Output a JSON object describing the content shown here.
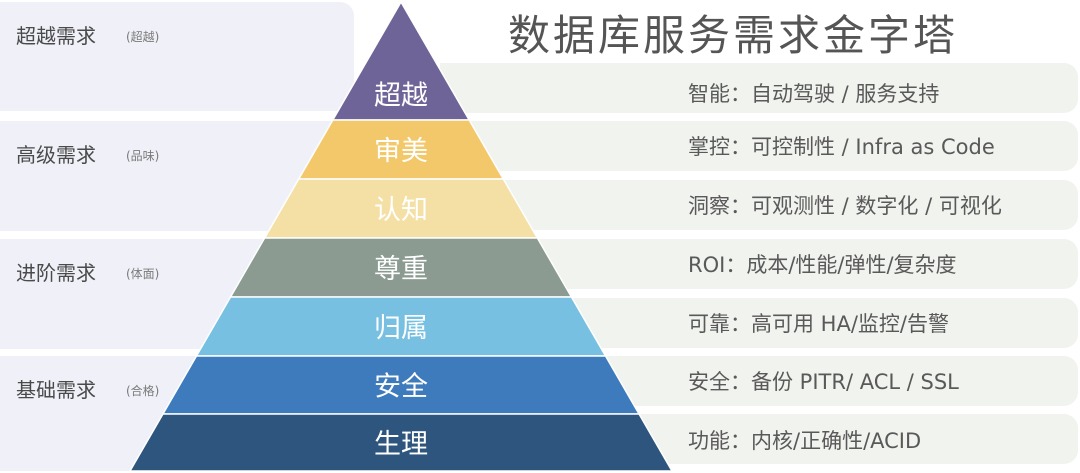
{
  "title": "数据库服务需求金字塔",
  "groups": [
    {
      "title": "超越需求",
      "sub": "(超越)"
    },
    {
      "title": "高级需求",
      "sub": "(品味)"
    },
    {
      "title": "进阶需求",
      "sub": "(体面)"
    },
    {
      "title": "基础需求",
      "sub": "(合格)"
    }
  ],
  "layers": [
    {
      "label": "超越",
      "color": "#6f6497",
      "desc": "智能：自动驾驶 / 服务支持"
    },
    {
      "label": "审美",
      "color": "#f3c86a",
      "desc": "掌控：可控制性 / Infra as Code"
    },
    {
      "label": "认知",
      "color": "#f4dfa4",
      "desc": "洞察：可观测性 / 数字化 / 可视化"
    },
    {
      "label": "尊重",
      "color": "#8b9b91",
      "desc": "ROI：成本/性能/弹性/复杂度"
    },
    {
      "label": "归属",
      "color": "#77c0e1",
      "desc": "可靠：高可用 HA/监控/告警"
    },
    {
      "label": "安全",
      "color": "#3d7bbd",
      "desc": "安全：备份 PITR/ ACL / SSL"
    },
    {
      "label": "生理",
      "color": "#2e557e",
      "desc": "功能：内核/正确性/ACID"
    }
  ]
}
